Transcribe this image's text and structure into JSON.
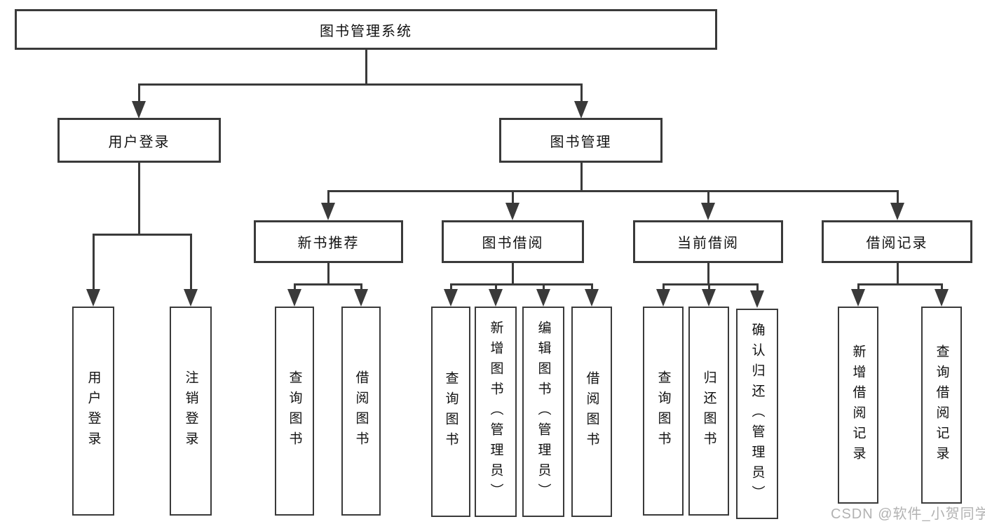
{
  "colors": {
    "line": "#3a3a3a",
    "text": "#111111",
    "background": "#ffffff",
    "watermark": "#b2b2b2"
  },
  "watermark": "CSDN @软件_小贺同学",
  "tree": {
    "root": {
      "label": "图书管理系统"
    },
    "branches": [
      {
        "label": "用户登录",
        "leaves": [
          {
            "label": "用户登录"
          },
          {
            "label": "注销登录"
          }
        ]
      },
      {
        "label": "图书管理",
        "sections": [
          {
            "label": "新书推荐",
            "leaves": [
              {
                "label": "查询图书"
              },
              {
                "label": "借阅图书"
              }
            ]
          },
          {
            "label": "图书借阅",
            "leaves": [
              {
                "label": "查询图书"
              },
              {
                "label": "新增图书（管理员）"
              },
              {
                "label": "编辑图书（管理员）"
              },
              {
                "label": "借阅图书"
              }
            ]
          },
          {
            "label": "当前借阅",
            "leaves": [
              {
                "label": "查询图书"
              },
              {
                "label": "归还图书"
              },
              {
                "label": "确认归还（管理员）"
              }
            ]
          },
          {
            "label": "借阅记录",
            "leaves": [
              {
                "label": "新增借阅记录"
              },
              {
                "label": "查询借阅记录"
              }
            ]
          }
        ]
      }
    ]
  }
}
